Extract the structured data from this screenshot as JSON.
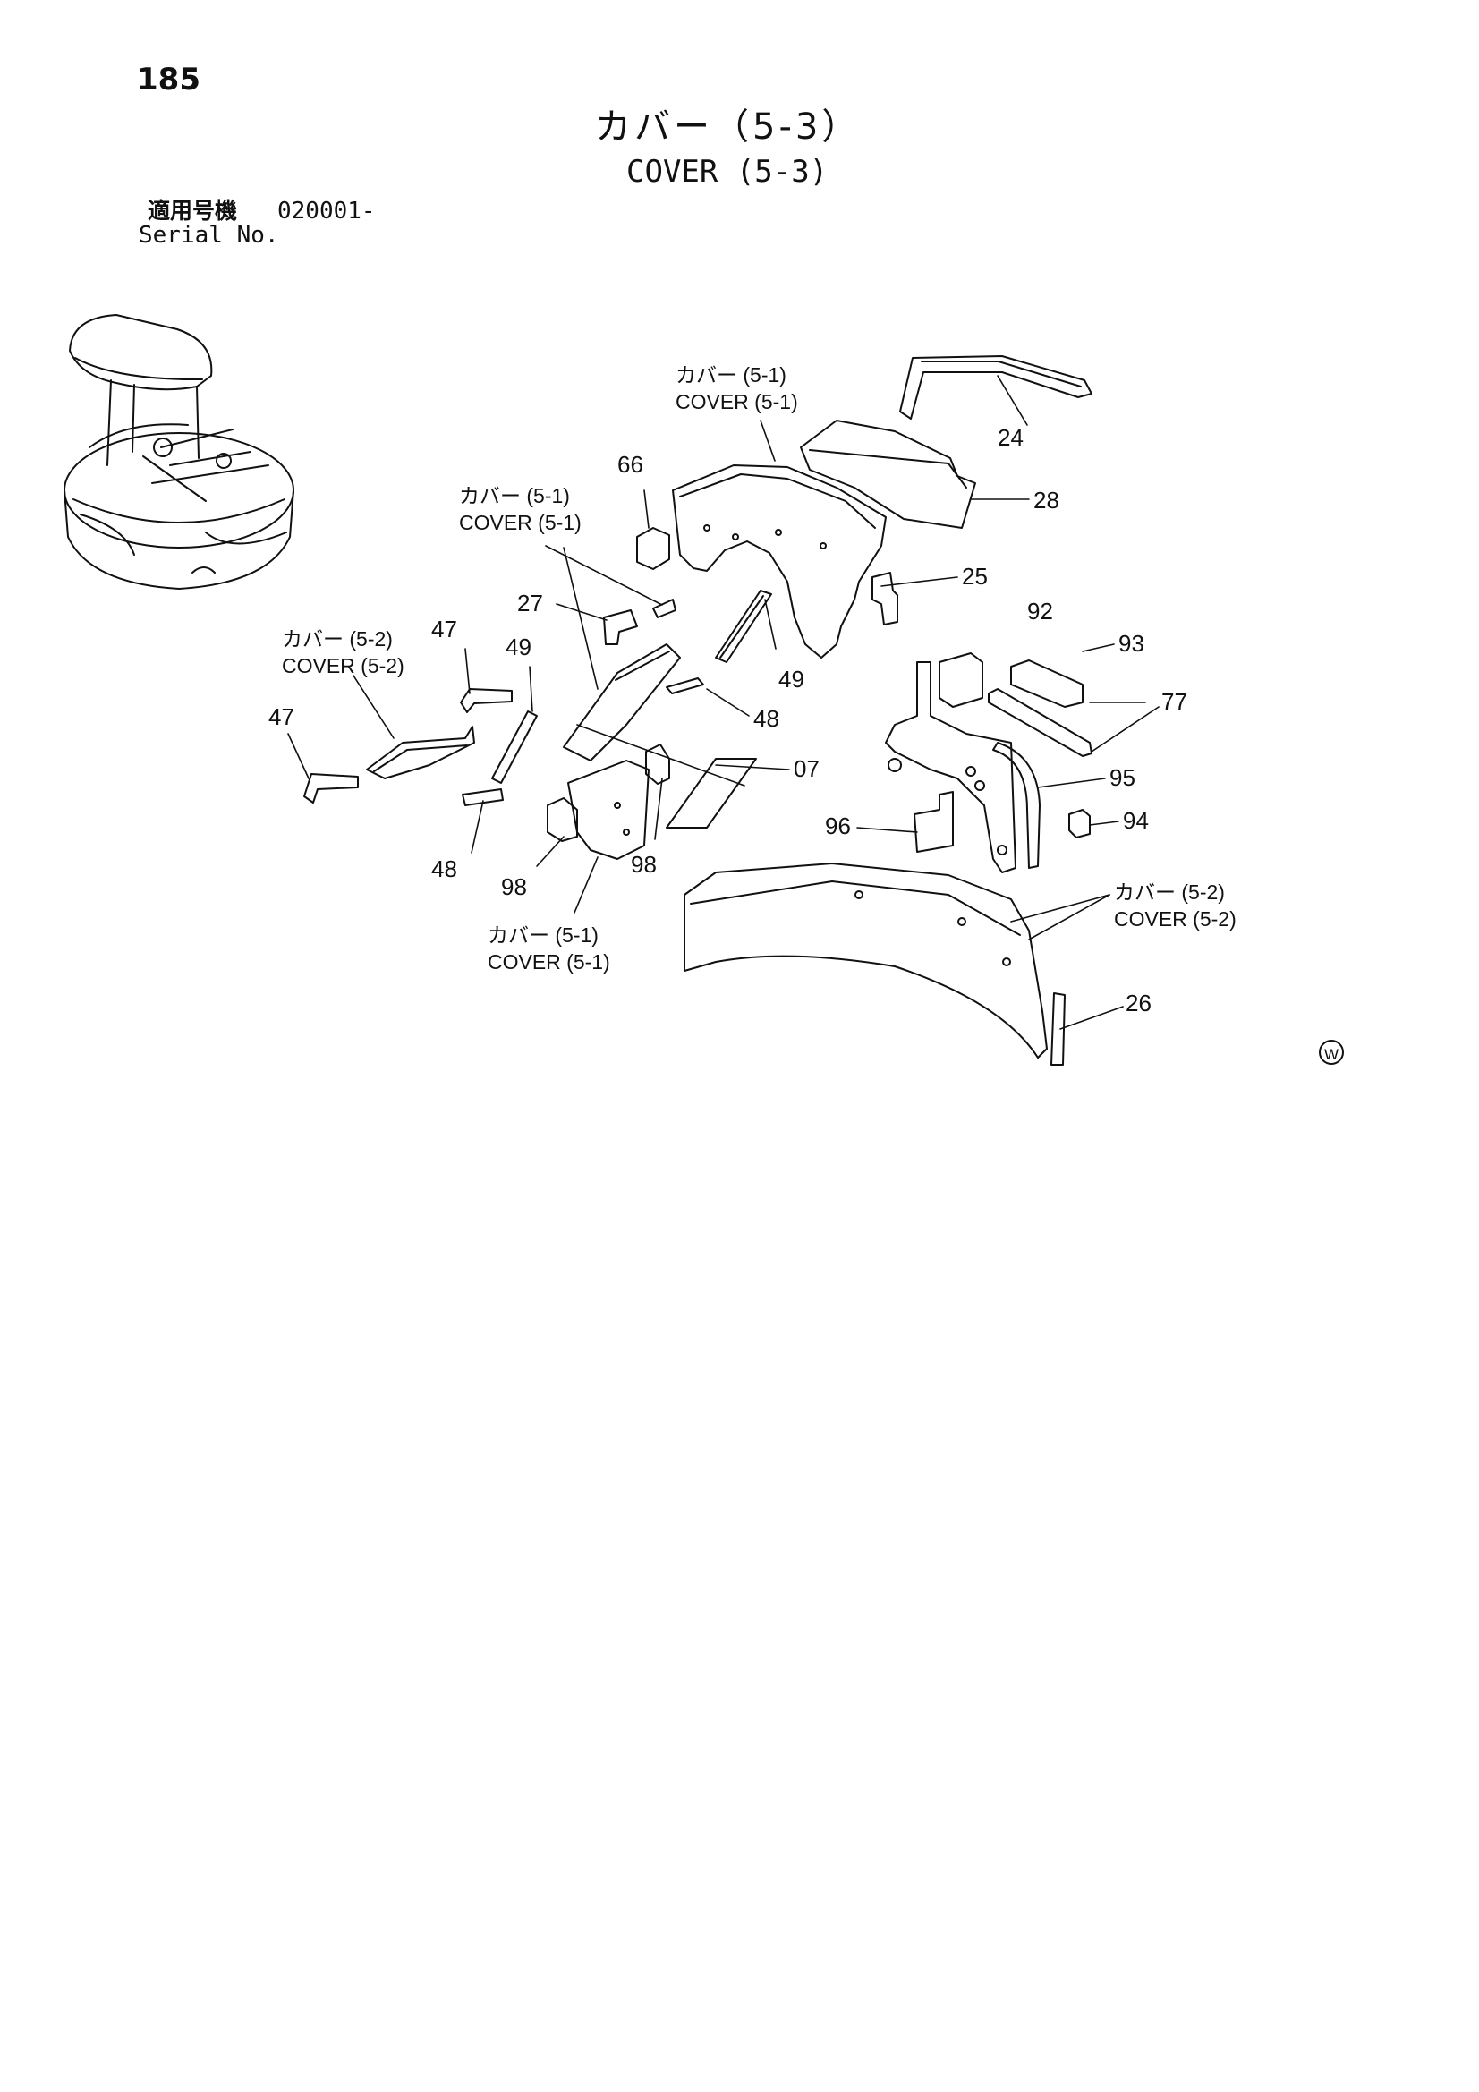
{
  "header": {
    "page_number": "185",
    "title_jp": "カバー（5-3）",
    "title_en": "COVER (5-3)",
    "serial_label_jp": "適用号機",
    "serial_value": "020001-",
    "serial_label_en": "Serial No."
  },
  "callouts": {
    "p24": "24",
    "p28": "28",
    "p66": "66",
    "p25": "25",
    "p27": "27",
    "p49a": "49",
    "p49b": "49",
    "p47a": "47",
    "p47b": "47",
    "p48a": "48",
    "p48b": "48",
    "p07": "07",
    "p92": "92",
    "p93": "93",
    "p77": "77",
    "p95": "95",
    "p94": "94",
    "p96": "96",
    "p98a": "98",
    "p98b": "98",
    "p26": "26"
  },
  "cover_refs": {
    "top_jp": "カバー (5-1)",
    "top_en": "COVER (5-1)",
    "left51_jp": "カバー (5-1)",
    "left51_en": "COVER (5-1)",
    "left52_jp": "カバー (5-2)",
    "left52_en": "COVER (5-2)",
    "bottom51_jp": "カバー (5-1)",
    "bottom51_en": "COVER (5-1)",
    "right52_jp": "カバー (5-2)",
    "right52_en": "COVER (5-2)"
  },
  "mark": "W"
}
